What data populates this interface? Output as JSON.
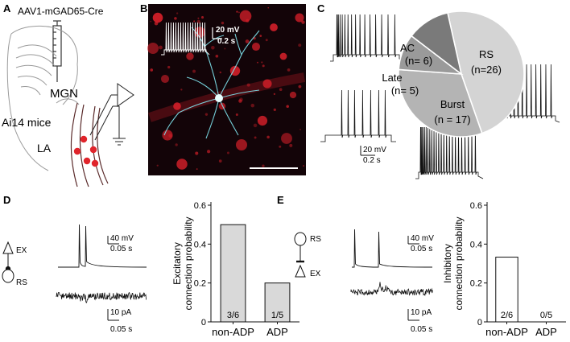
{
  "panel_a": {
    "letter": "A",
    "virus": "AAV1-mGAD65-Cre",
    "region_mgn": "MGN",
    "mouse_line": "Ai14 mice",
    "region_la": "LA"
  },
  "panel_b": {
    "letter": "B",
    "scale_v": "20 mV",
    "scale_t": "0.2 s"
  },
  "panel_c": {
    "letter": "C",
    "scale_v": "20 mV",
    "scale_t": "0.2 s"
  },
  "panel_d": {
    "letter": "D",
    "pre_label": "EX",
    "post_label": "RS",
    "scale_v": "40 mV",
    "scale_t1": "0.05 s",
    "scale_i": "10 pA",
    "scale_t2": "0.05 s"
  },
  "panel_e": {
    "letter": "E",
    "pre_label": "RS",
    "post_label": "EX",
    "scale_v": "40 mV",
    "scale_t1": "0.05 s",
    "scale_i": "10 pA",
    "scale_t2": "0.05 s"
  },
  "colors": {
    "fluor_red": "#d8202a",
    "fluor_cyan": "#7fe6ef",
    "bar_fill": "#d9d9d9",
    "pie_rs": "#d4d4d4",
    "pie_burst": "#b4b4b4",
    "pie_late": "#9a9a9a",
    "pie_ac": "#7a7a7a"
  },
  "chart_data": [
    {
      "type": "pie",
      "slices": [
        {
          "name": "RS",
          "count_label": "(n=26)",
          "value": 26
        },
        {
          "name": "Burst",
          "count_label": "(n = 17)",
          "value": 17
        },
        {
          "name": "Late",
          "count_label": "(n= 5)",
          "value": 5
        },
        {
          "name": "AC",
          "count_label": "(n= 6)",
          "value": 6
        }
      ]
    },
    {
      "type": "bar",
      "panel": "D",
      "ylabel": "Excitatory connection probability",
      "categories": [
        "non-ADP",
        "ADP"
      ],
      "values": [
        0.5,
        0.2
      ],
      "bar_labels": [
        "3/6",
        "1/5"
      ],
      "ylim": [
        0,
        0.6
      ],
      "yticks": [
        "0",
        "0.2",
        "0.4",
        "0.6"
      ]
    },
    {
      "type": "bar",
      "panel": "E",
      "ylabel": "Inhibitory connection probability",
      "categories": [
        "non-ADP",
        "ADP"
      ],
      "values": [
        0.333,
        0
      ],
      "bar_labels": [
        "2/6",
        "0/5"
      ],
      "ylim": [
        0,
        0.6
      ],
      "yticks": [
        "0",
        "0.2",
        "0.4",
        "0.6"
      ]
    }
  ]
}
